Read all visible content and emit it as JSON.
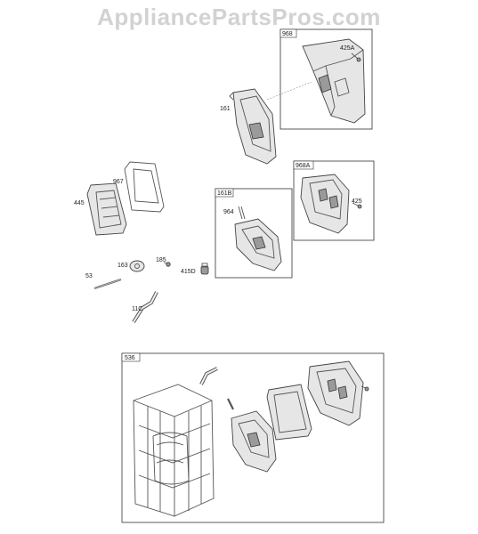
{
  "watermark": "AppliancePartsPros.com",
  "boxes": [
    {
      "id": "968",
      "label": "968"
    },
    {
      "id": "968A",
      "label": "968A"
    },
    {
      "id": "161B",
      "label": "161B"
    },
    {
      "id": "536",
      "label": "536"
    }
  ],
  "parts": [
    {
      "id": "425A",
      "label": "425A"
    },
    {
      "id": "161",
      "label": "161"
    },
    {
      "id": "967",
      "label": "967"
    },
    {
      "id": "445",
      "label": "445"
    },
    {
      "id": "425",
      "label": "425"
    },
    {
      "id": "964",
      "label": "964"
    },
    {
      "id": "185",
      "label": "185"
    },
    {
      "id": "163",
      "label": "163"
    },
    {
      "id": "415D",
      "label": "415D"
    },
    {
      "id": "53",
      "label": "53"
    },
    {
      "id": "11C",
      "label": "11C"
    }
  ]
}
